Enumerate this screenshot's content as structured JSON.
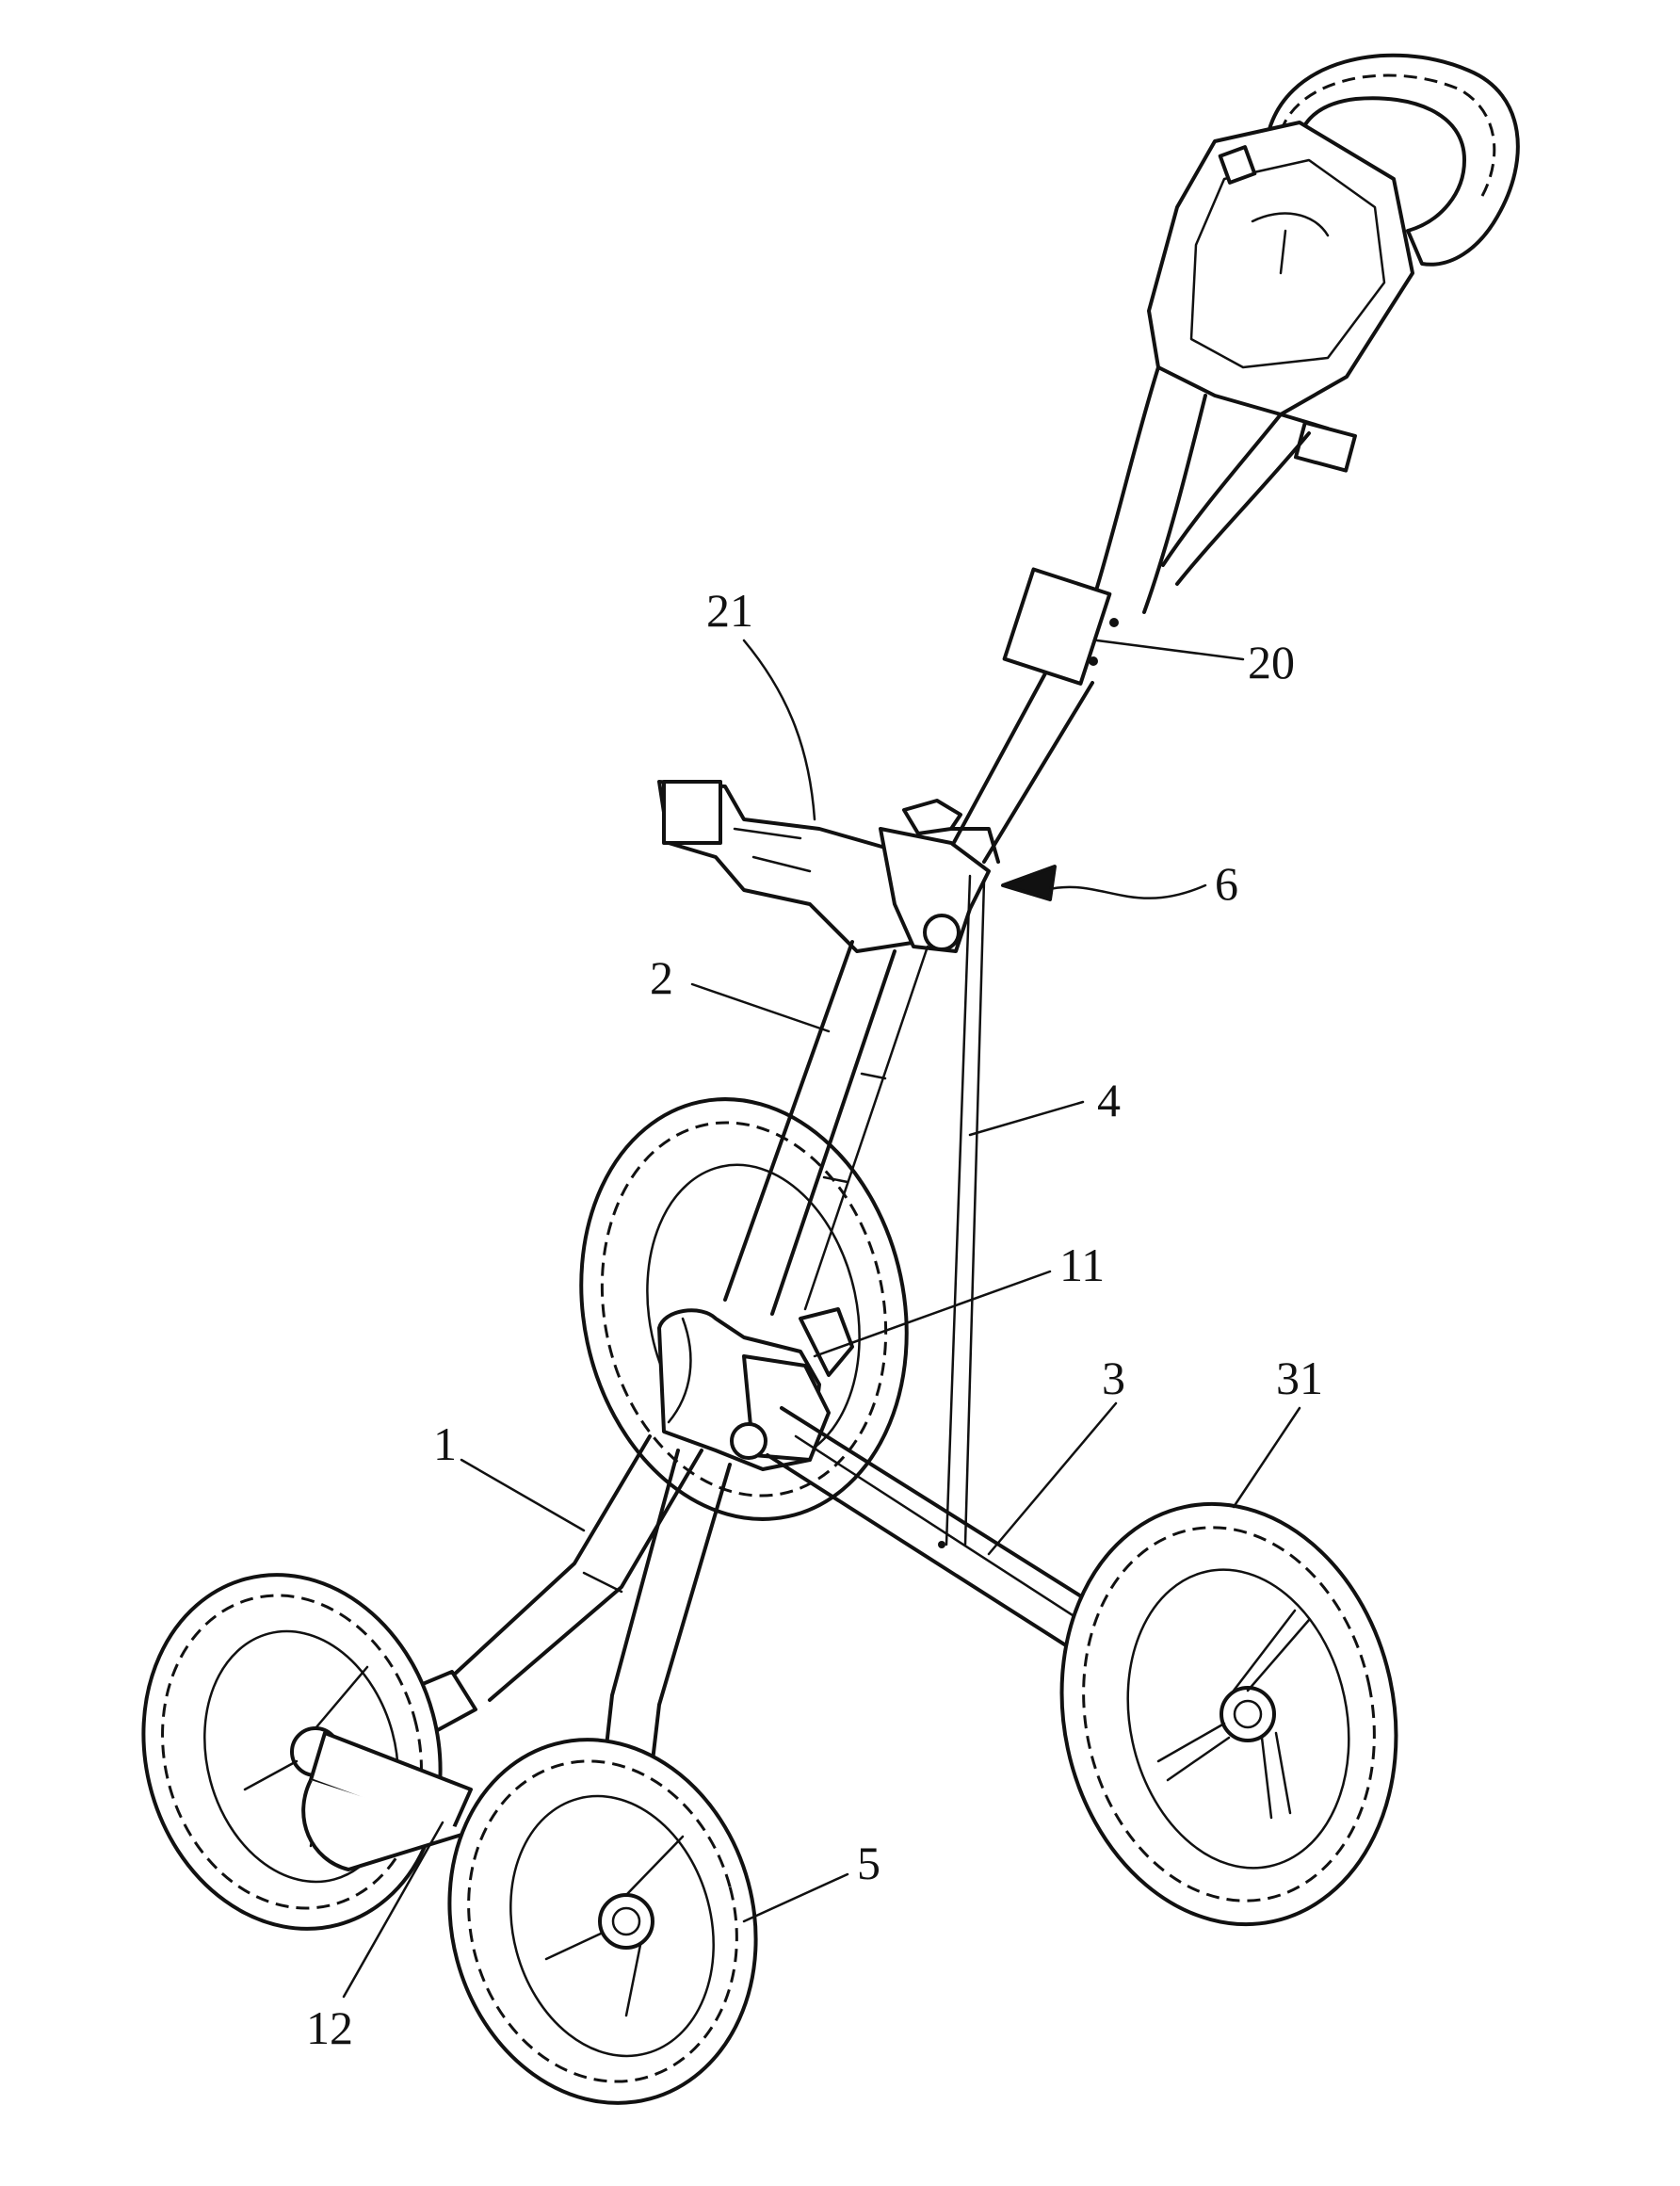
{
  "labels": {
    "l21": "21",
    "l20": "20",
    "l6": "6",
    "l2": "2",
    "l4": "4",
    "l11": "11",
    "l3": "3",
    "l31": "31",
    "l1": "1",
    "l5": "5",
    "l12": "12"
  }
}
